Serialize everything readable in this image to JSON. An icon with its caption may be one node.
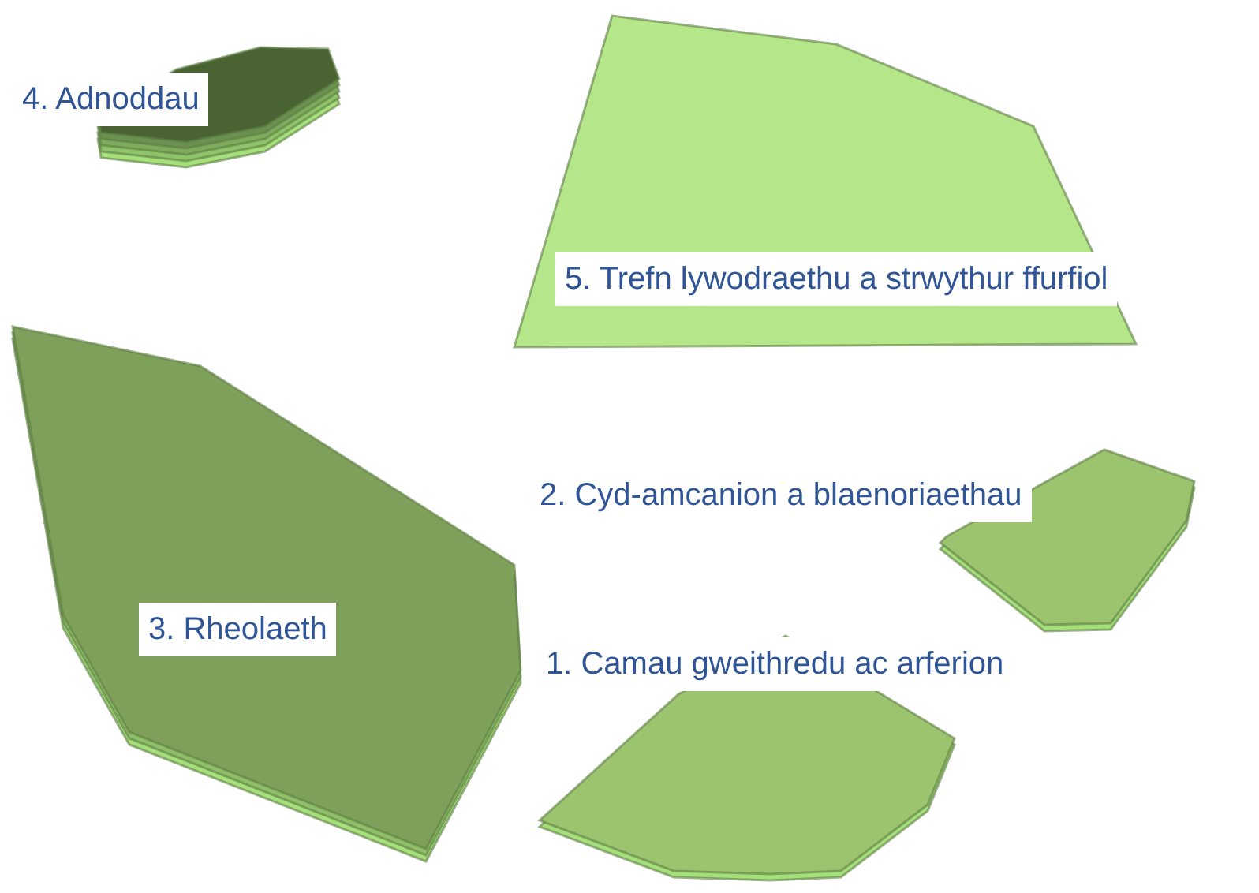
{
  "diagram": {
    "nodes": [
      {
        "text": [
          "4. Adnoddau"
        ]
      },
      {
        "text": [
          "5. Trefn lywodraethu a strwythur ffurfiol"
        ]
      },
      {
        "text": [
          "2. Cyd-amcanion a blaenoriaethau"
        ]
      },
      {
        "text": [
          "3. Rheolaeth"
        ]
      },
      {
        "text": [
          "1. Camau gweithredu ac arferion"
        ]
      }
    ]
  }
}
